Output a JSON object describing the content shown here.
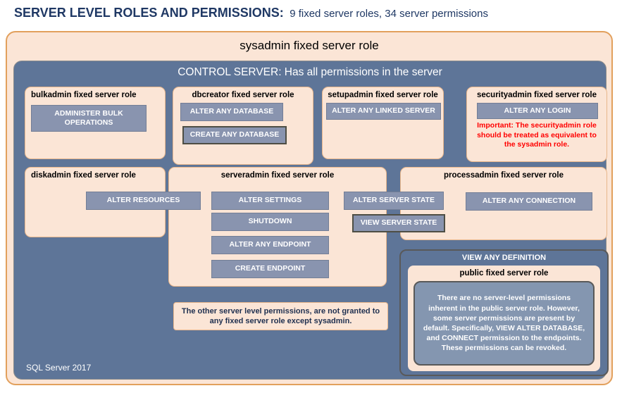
{
  "header": {
    "title": "SERVER LEVEL ROLES AND PERMISSIONS:",
    "subtitle": "9 fixed server roles, 34 server permissions"
  },
  "sysadmin": {
    "label": "sysadmin fixed server role"
  },
  "control_server": {
    "label": "CONTROL SERVER: Has all permissions in the server"
  },
  "footer": {
    "label": "SQL Server 2017"
  },
  "roles": {
    "bulkadmin": {
      "title": "bulkadmin fixed server role",
      "perm": "ADMINISTER BULK OPERATIONS"
    },
    "dbcreator": {
      "title": "dbcreator fixed server role",
      "perm1": "ALTER ANY DATABASE",
      "perm2": "CREATE ANY DATABASE"
    },
    "setupadmin": {
      "title": "setupadmin fixed server role",
      "perm": "ALTER ANY LINKED SERVER"
    },
    "securityadmin": {
      "title": "securityadmin fixed server role",
      "perm": "ALTER ANY LOGIN",
      "warning": "Important: The securityadmin role should be treated as equivalent to the sysadmin role."
    },
    "diskadmin": {
      "title": "diskadmin fixed server role",
      "perm": "ALTER RESOURCES"
    },
    "serveradmin": {
      "title": "serveradmin fixed server role",
      "perms": [
        "ALTER SETTINGS",
        "SHUTDOWN",
        "ALTER ANY ENDPOINT",
        "CREATE ENDPOINT"
      ]
    },
    "processadmin": {
      "title": "processadmin fixed server role",
      "perm": "ALTER ANY CONNECTION"
    },
    "public": {
      "title": "public fixed server role",
      "note": "There are no server-level permissions inherent in the public server role. However, some server permissions are present by default. Specifically, VIEW ALTER DATABASE, and CONNECT permission to the endpoints. These permissions can be revoked."
    }
  },
  "shared_permissions": {
    "alter_server_state": "ALTER SERVER STATE",
    "view_server_state": "VIEW SERVER STATE",
    "view_any_definition": "VIEW ANY DEFINITION"
  },
  "notes": {
    "other_permissions": "The other server level permissions, are not granted to any fixed server role except sysadmin."
  },
  "colors": {
    "title_navy": "#1F3864",
    "peach_fill": "#FBE5D6",
    "peach_border": "#E2A05C",
    "slate_fill": "#5E7598",
    "button_fill": "#8994AF",
    "warning_red": "#FF0000"
  }
}
